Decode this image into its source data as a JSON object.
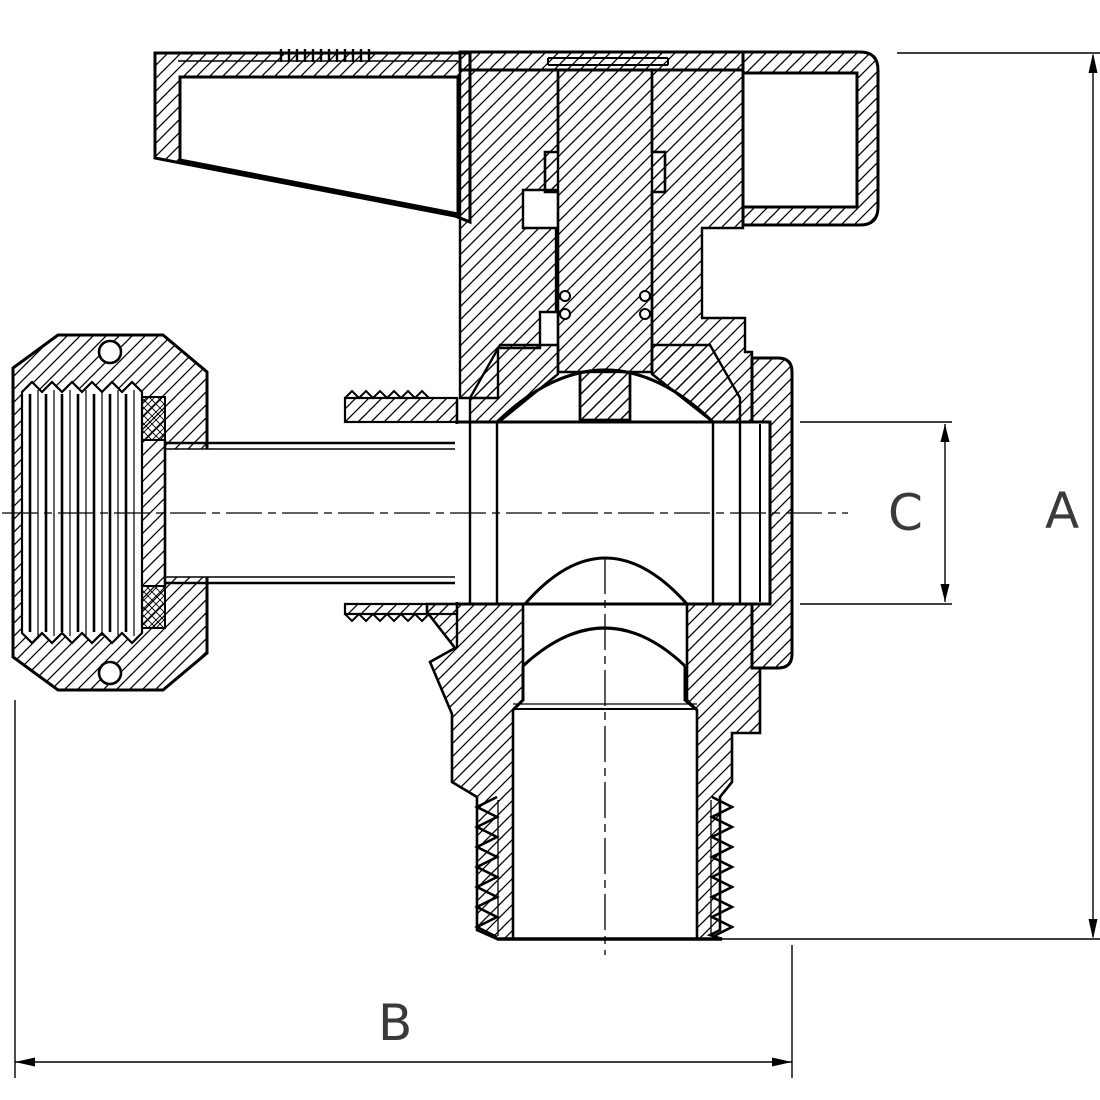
{
  "drawing": {
    "kind": "valve-cross-section",
    "labels": {
      "a": "A",
      "b": "B",
      "c": "C"
    },
    "colors": {
      "line": "#000000",
      "background": "#ffffff",
      "dim_text": "#3a3a3a"
    }
  }
}
